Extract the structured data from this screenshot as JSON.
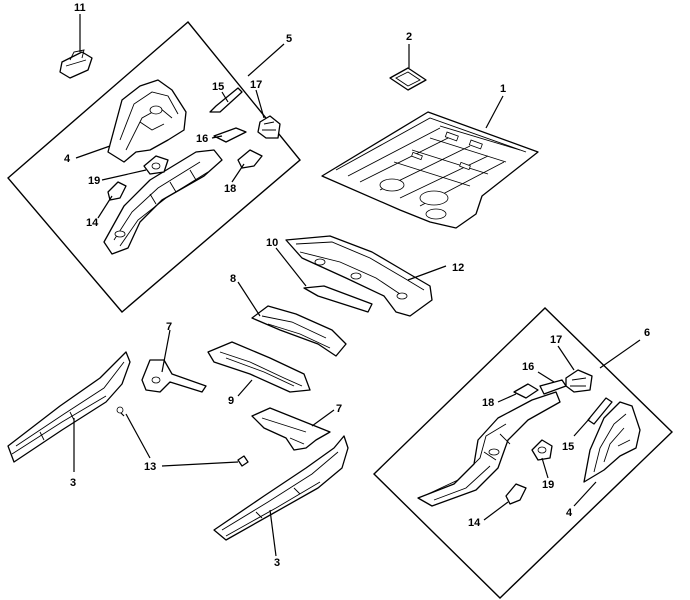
{
  "callouts": {
    "c1": "1",
    "c2": "2",
    "c3a": "3",
    "c3b": "3",
    "c4a": "4",
    "c4b": "4",
    "c5": "5",
    "c6": "6",
    "c7a": "7",
    "c7b": "7",
    "c8": "8",
    "c9": "9",
    "c10": "10",
    "c11": "11",
    "c12": "12",
    "c13": "13",
    "c14a": "14",
    "c14b": "14",
    "c15a": "15",
    "c15b": "15",
    "c16a": "16",
    "c16b": "16",
    "c17a": "17",
    "c17b": "17",
    "c18a": "18",
    "c18b": "18",
    "c19a": "19",
    "c19b": "19"
  }
}
